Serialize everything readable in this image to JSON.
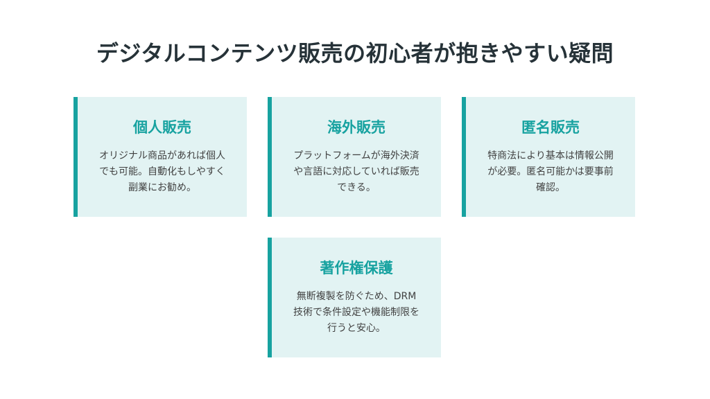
{
  "title": "デジタルコンテンツ販売の初心者が抱きやすい疑問",
  "cards": [
    {
      "heading": "個人販売",
      "body": "オリジナル商品があれば個人でも可能。自動化もしやすく副業にお勧め。"
    },
    {
      "heading": "海外販売",
      "body": "プラットフォームが海外決済や言語に対応していれば販売できる。"
    },
    {
      "heading": "匿名販売",
      "body": "特商法により基本は情報公開が必要。匿名可能かは要事前確認。"
    },
    {
      "heading": "著作権保護",
      "body": "無断複製を防ぐため、DRM技術で条件設定や機能制限を行うと安心。"
    }
  ],
  "colors": {
    "accent": "#17a2a0",
    "card_background": "#e2f3f3",
    "title_text": "#263238",
    "body_text": "#424242"
  }
}
